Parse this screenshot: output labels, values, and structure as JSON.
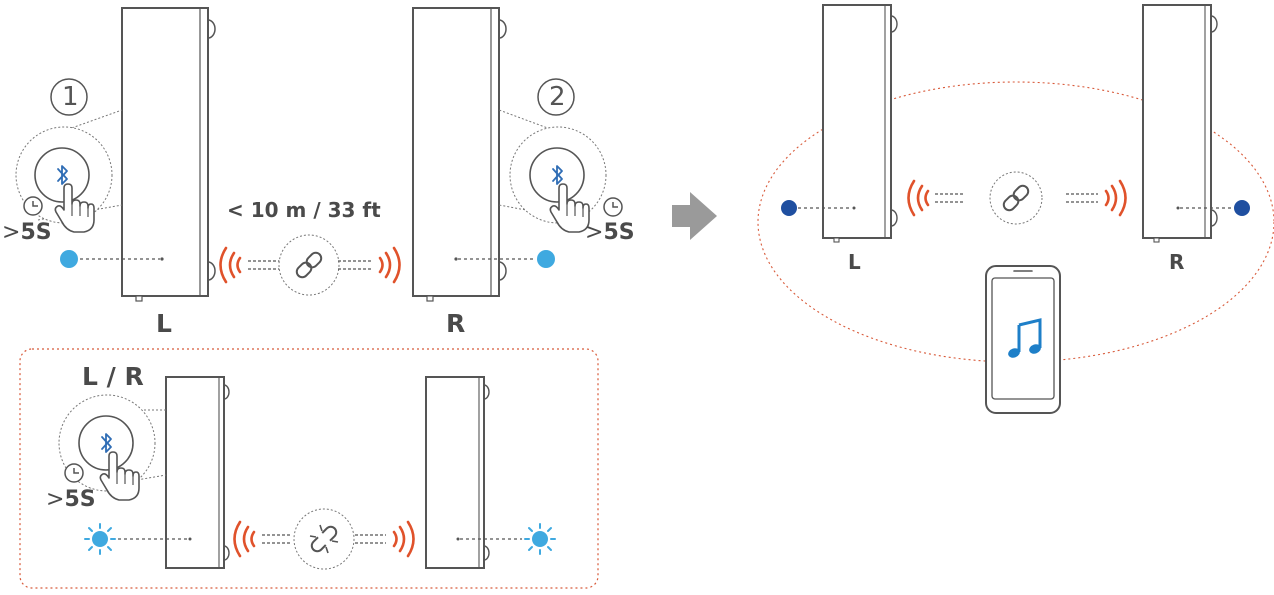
{
  "steps": {
    "step1": "1",
    "step2": "2"
  },
  "labels": {
    "left": "L",
    "right": "R",
    "left_right": "L / R",
    "distance": "< 10 m / 33 ft",
    "hold_gt": ">",
    "hold_time": "5S"
  },
  "colors": {
    "indicator": "#3fa9e0",
    "indicator_connected": "#1f4fa0",
    "waves": "#e0522b",
    "bluetooth": "#2f6db5",
    "music": "#1e7fc8",
    "zone_border": "#d85a3a",
    "arrow": "#9a9a9a",
    "outline": "#555555"
  },
  "icons": [
    "bluetooth-icon",
    "hand-press-icon",
    "clock-icon",
    "link-icon",
    "broken-link-icon",
    "music-note-icon",
    "smartphone-icon",
    "arrow-right-icon",
    "sound-wave-icon",
    "light-indicator-icon"
  ]
}
